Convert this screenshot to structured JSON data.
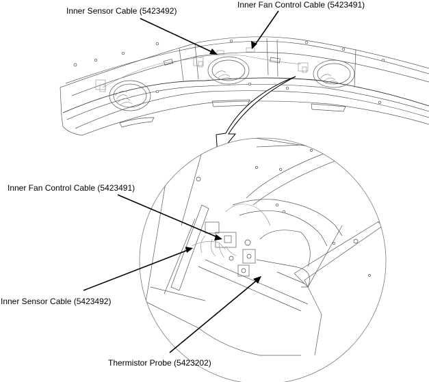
{
  "figure": {
    "type": "exploded-detail-diagram",
    "overview": "Curved fan tray assembly with three fans",
    "detail_view": "Magnified circular detail of fan cable connection area"
  },
  "callouts": {
    "top_inner_sensor": {
      "text": "Inner Sensor Cable (5423492)",
      "part_number": "5423492"
    },
    "top_inner_fan": {
      "text": "Inner Fan Control Cable (5423491)",
      "part_number": "5423491"
    },
    "detail_inner_fan": {
      "text": "Inner Fan Control Cable (5423491)",
      "part_number": "5423491"
    },
    "detail_inner_sensor": {
      "text": "Inner Sensor Cable (5423492)",
      "part_number": "5423492"
    },
    "detail_thermistor": {
      "text": "Thermistor Probe (5423202)",
      "part_number": "5423202"
    }
  }
}
